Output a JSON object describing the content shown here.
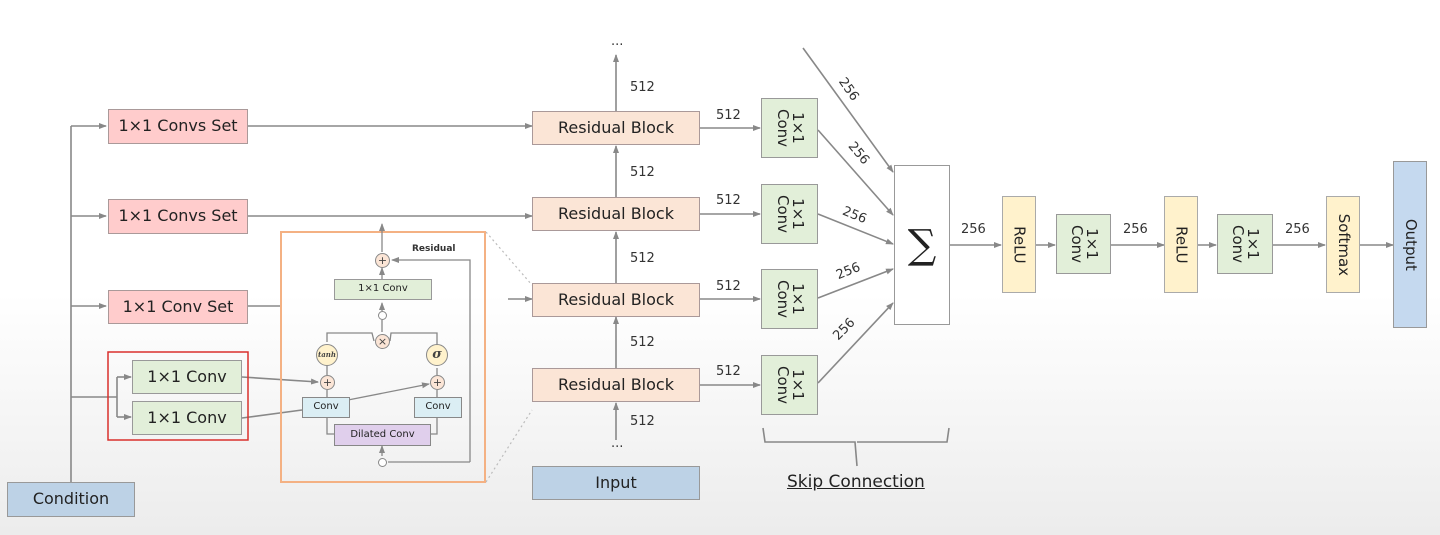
{
  "conditioning": {
    "condition_label": "Condition",
    "convs_sets": [
      "1×1 Convs Set",
      "1×1 Convs Set",
      "1×1 Conv Set"
    ],
    "highlighted_convs": [
      "1×1 Conv",
      "1×1 Conv"
    ]
  },
  "residual_detail": {
    "residual_label": "Residual",
    "top_conv": "1×1 Conv",
    "tanh": "tanh",
    "sigma": "σ",
    "conv_left": "Conv",
    "conv_right": "Conv",
    "dilated": "Dilated Conv",
    "plus": "+",
    "times": "×"
  },
  "stack": {
    "top_ellipsis": "...",
    "bottom_ellipsis": "...",
    "blocks": [
      "Residual Block",
      "Residual Block",
      "Residual Block",
      "Residual Block"
    ],
    "vertical_dims": [
      "512",
      "512",
      "512",
      "512",
      "512"
    ],
    "input_label": "Input"
  },
  "skip": {
    "out_dims": [
      "512",
      "512",
      "512",
      "512"
    ],
    "convs": [
      "1×1 Conv",
      "1×1 Conv",
      "1×1 Conv",
      "1×1 Conv"
    ],
    "sum_dims": [
      "256",
      "256",
      "256",
      "256",
      "256"
    ],
    "caption": "Skip Connection",
    "sum_symbol": "∑"
  },
  "head": {
    "dims": [
      "256",
      "256",
      "256"
    ],
    "relu1": "ReLU",
    "conv1": "1×1 Conv",
    "relu2": "ReLU",
    "conv2": "1×1 Conv",
    "softmax": "Softmax",
    "output": "Output"
  },
  "colors": {
    "convs_set": "#ffcccc",
    "conv": "#e2efd9",
    "residual_block": "#fbe5d6",
    "io": "#bdd2e6",
    "activation": "#fff2cc",
    "highlight_frame": "#d9302c",
    "detail_frame": "#f4b183"
  }
}
